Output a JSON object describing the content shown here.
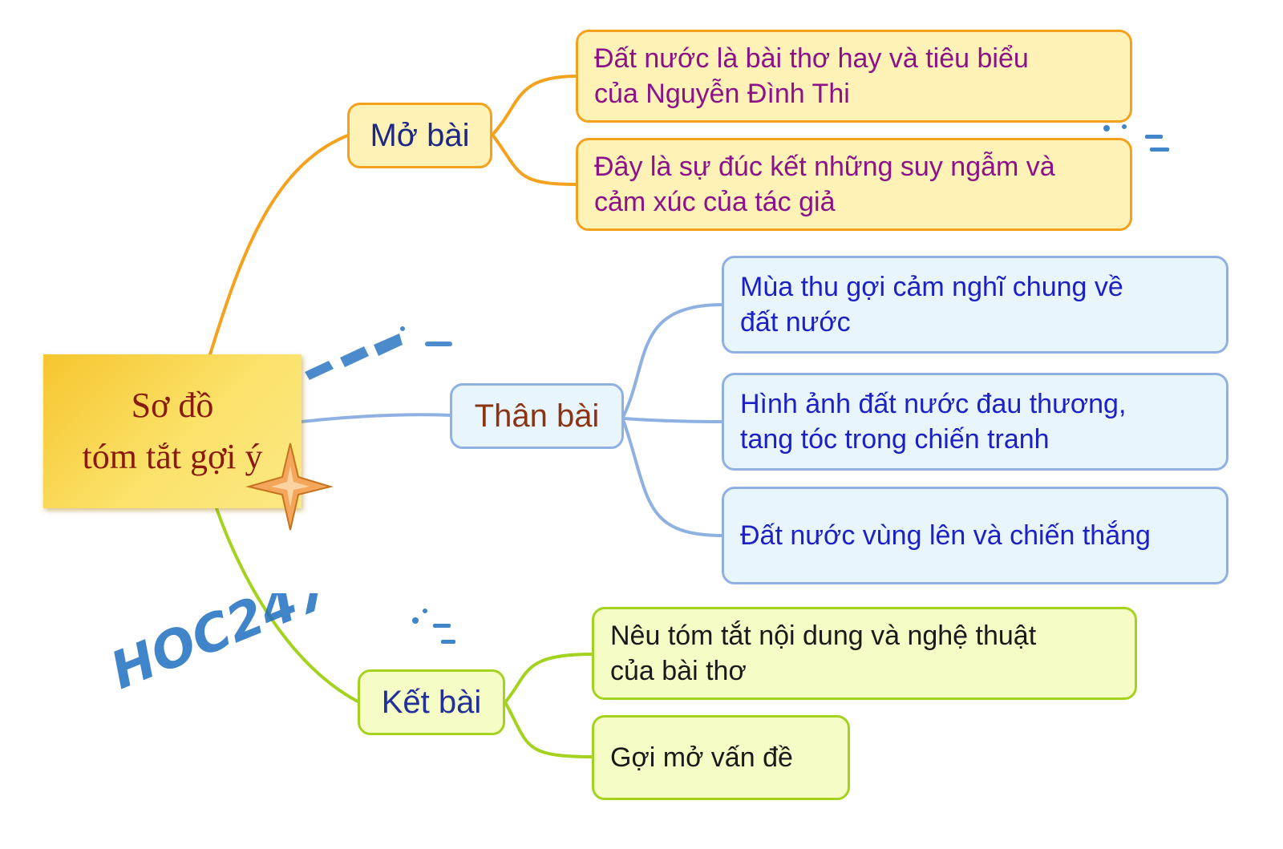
{
  "root": {
    "line1": "Sơ đồ",
    "line2": "tóm tắt gợi ý"
  },
  "branches": [
    {
      "label": "Mở bài",
      "color": "#f4a11d",
      "items": [
        {
          "line1": "Đất nước là bài thơ hay và tiêu biểu",
          "line2": "của Nguyễn Đình Thi"
        },
        {
          "line1": "Đây là sự đúc kết những suy ngẫm và",
          "line2": "cảm xúc của tác giả"
        }
      ]
    },
    {
      "label": "Thân bài",
      "color": "#8fb1e1",
      "items": [
        {
          "line1": "Mùa thu gợi cảm nghĩ chung về",
          "line2": "đất nước"
        },
        {
          "line1": "Hình ảnh đất nước đau thương,",
          "line2": "tang tóc trong chiến tranh"
        },
        {
          "line1": "Đất nước vùng lên và chiến thắng",
          "line2": ""
        }
      ]
    },
    {
      "label": "Kết bài",
      "color": "#a3d21f",
      "items": [
        {
          "line1": "Nêu tóm tắt nội dung và nghệ thuật",
          "line2": "của bài thơ"
        },
        {
          "line1": "Gợi mở vấn đề",
          "line2": ""
        }
      ]
    }
  ],
  "watermark": {
    "text": "HOC247",
    "color": "#1f6fc0"
  }
}
